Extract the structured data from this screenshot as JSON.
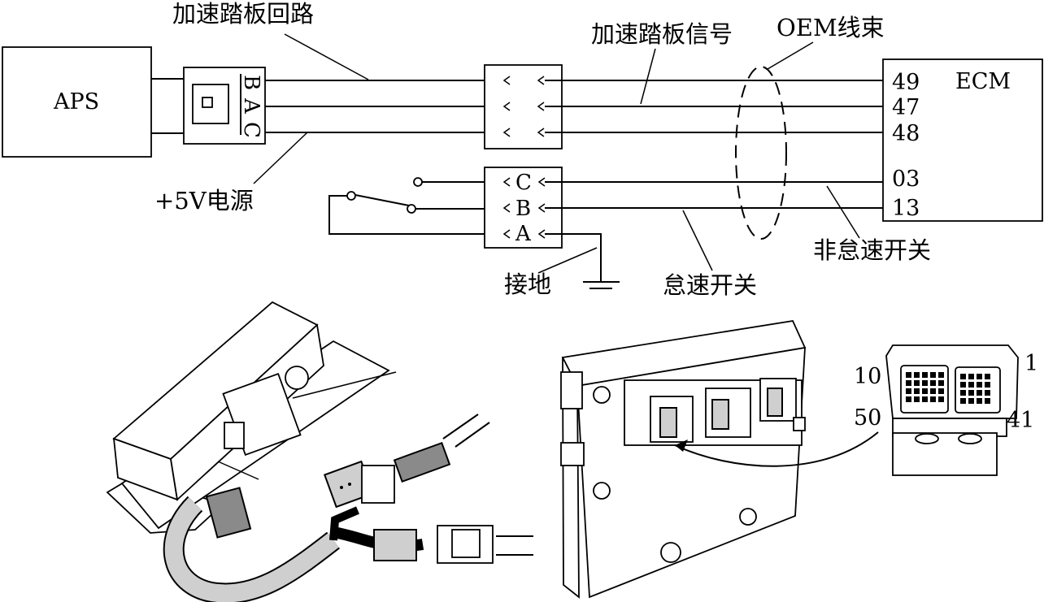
{
  "labels": {
    "pedal_circuit": "加速踏板回路",
    "pedal_signal": "加速踏板信号",
    "oem_harness": "OEM线束",
    "aps": "APS",
    "ecm": "ECM",
    "power_5v": "+5V电源",
    "non_idle_switch": "非怠速开关",
    "idle_switch": "怠速开关",
    "ground": "接地"
  },
  "aps_connector_pins": [
    "B",
    "A",
    "C"
  ],
  "switch_connector_pins": [
    "C",
    "B",
    "A"
  ],
  "ecm_pins": [
    "49",
    "47",
    "48",
    "03",
    "13"
  ],
  "ecm_connector_pins": {
    "top_left": "10",
    "top_right": "1",
    "bottom_left": "50",
    "bottom_right": "41"
  }
}
